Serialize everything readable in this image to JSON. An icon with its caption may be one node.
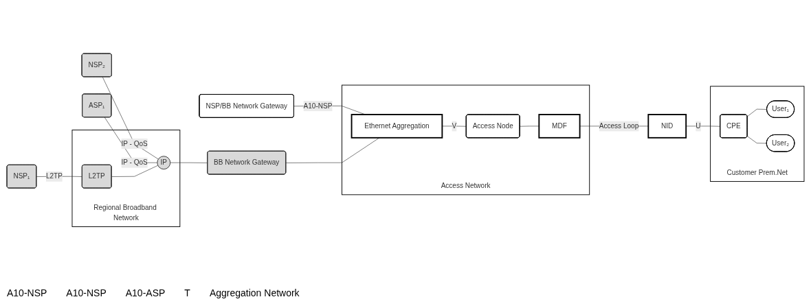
{
  "diagram": {
    "nodes": [
      {
        "text": [
          "NSP/BB Network Gateway"
        ]
      },
      {
        "text": [
          "NSP₁"
        ]
      },
      {
        "text": [
          "NSP₂"
        ]
      },
      {
        "text": [
          "ASP₁"
        ]
      },
      {
        "text": [
          "Regional Broadband Network"
        ]
      },
      {
        "text": [
          "L2TP"
        ],
        "in": 4
      },
      {
        "text": [
          "IP"
        ],
        "in": 4
      },
      {
        "text": [
          "BB Network Gateway"
        ]
      },
      {
        "text": [
          "Access Network"
        ]
      },
      {
        "text": [
          "Ethernet Aggregation"
        ],
        "in": 8
      },
      {
        "text": [
          "Access Node"
        ],
        "in": 8
      },
      {
        "text": [
          "MDF"
        ],
        "in": 8
      },
      {
        "text": [
          "NID"
        ]
      },
      {
        "text": [
          "Customer Prem.Net"
        ]
      },
      {
        "text": [
          "CPE"
        ],
        "in": 13
      },
      {
        "text": [
          "User₁"
        ],
        "in": 13
      },
      {
        "text": [
          "User₂"
        ],
        "in": 13
      }
    ],
    "edges": [
      {
        "from": 0,
        "to": 9,
        "arrow": "none",
        "label": "A10-NSP"
      },
      {
        "from": 1,
        "to": 5,
        "arrow": "none",
        "label": "L2TP"
      },
      {
        "from": 2,
        "to": 6,
        "arrow": "none",
        "label": "IP - QoS"
      },
      {
        "from": 3,
        "to": 6,
        "arrow": "none",
        "label": "IP - QoS"
      },
      {
        "from": 5,
        "to": 6,
        "arrow": "none"
      },
      {
        "from": 6,
        "to": 7,
        "arrow": "none"
      },
      {
        "from": 7,
        "to": 9,
        "arrow": "none"
      },
      {
        "from": 9,
        "to": 10,
        "arrow": "none",
        "label": "V"
      },
      {
        "from": 10,
        "to": 11,
        "arrow": "none"
      },
      {
        "from": 11,
        "to": 12,
        "arrow": "none",
        "label": "Access Loop"
      },
      {
        "from": 12,
        "to": 14,
        "arrow": "none",
        "label": "U"
      },
      {
        "from": 14,
        "to": 15,
        "arrow": "none"
      },
      {
        "from": 14,
        "to": 16,
        "arrow": "none"
      }
    ],
    "labels": [
      "A10-NSP",
      "A10-NSP",
      "A10-ASP",
      "T",
      "Aggregation Network"
    ]
  }
}
